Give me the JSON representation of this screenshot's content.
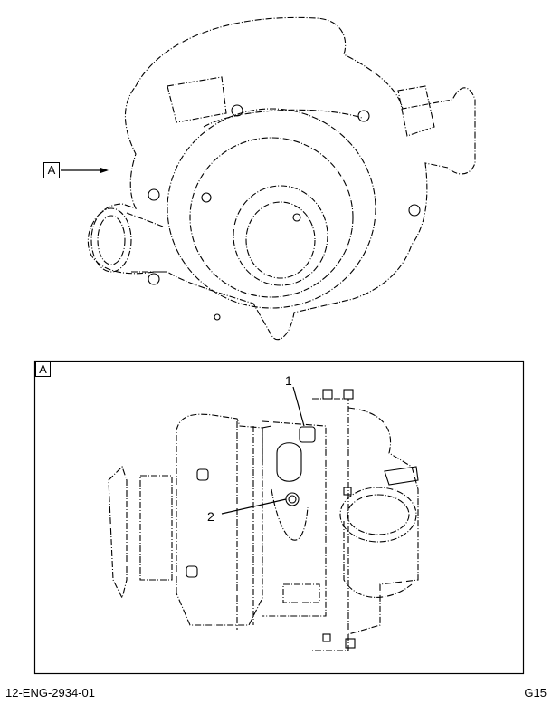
{
  "overview": {
    "view_label": "A"
  },
  "detail": {
    "view_label": "A",
    "callouts": [
      {
        "number": "1"
      },
      {
        "number": "2"
      }
    ]
  },
  "footer": {
    "figure_id": "12-ENG-2934-01",
    "page_code": "G15"
  }
}
